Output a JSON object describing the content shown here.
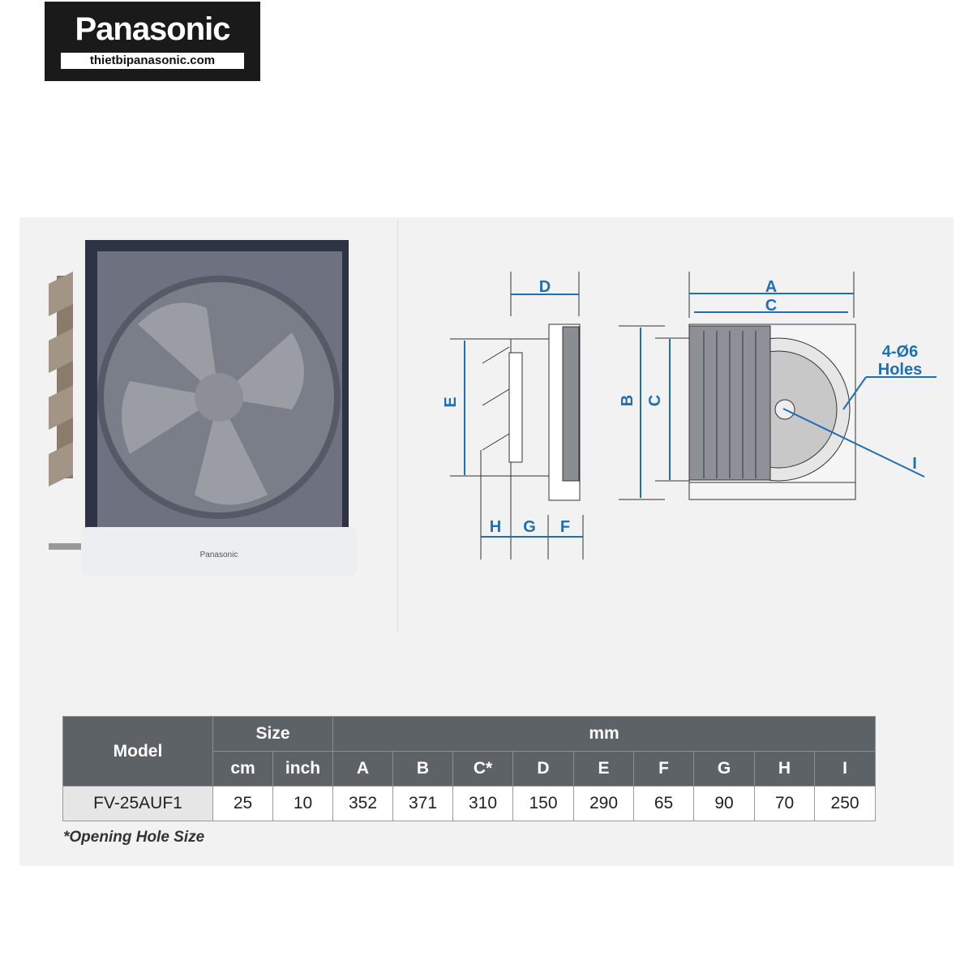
{
  "logo": {
    "brand": "Panasonic",
    "url": "thietbipanasonic.com"
  },
  "product_photo": {
    "brand_label": "Panasonic"
  },
  "diagram": {
    "side_labels": [
      "D",
      "E",
      "H",
      "G",
      "F"
    ],
    "front_labels": {
      "A": "A",
      "B": "B",
      "C": "C",
      "I": "I",
      "holes_line1": "4-Ø6",
      "holes_line2": "Holes"
    }
  },
  "table": {
    "headers": {
      "model": "Model",
      "size": "Size",
      "mm": "mm",
      "cm": "cm",
      "inch": "inch",
      "dims": [
        "A",
        "B",
        "C*",
        "D",
        "E",
        "F",
        "G",
        "H",
        "I"
      ]
    },
    "rows": [
      {
        "model": "FV-25AUF1",
        "cm": "25",
        "inch": "10",
        "values": [
          "352",
          "371",
          "310",
          "150",
          "290",
          "65",
          "90",
          "70",
          "250"
        ]
      }
    ]
  },
  "note": "*Opening Hole Size",
  "colors": {
    "dimension": "#1f6fb3",
    "header": "#5d6266"
  }
}
